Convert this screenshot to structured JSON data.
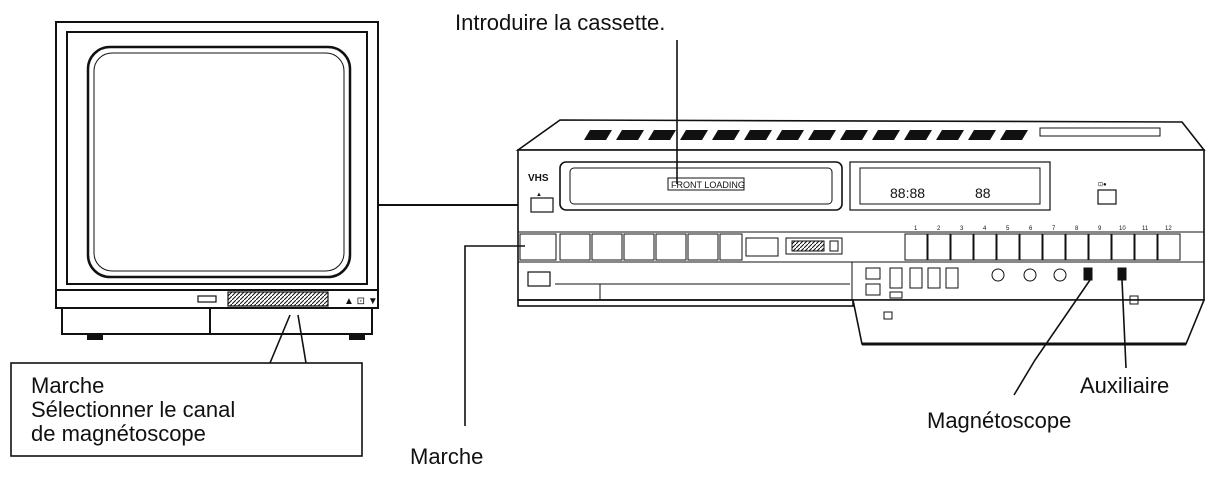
{
  "labels": {
    "insert_cassette": "Introduire la cassette.",
    "tv_box_line1": "Marche",
    "tv_box_line2": "Sélectionner le canal",
    "tv_box_line3": "de magnétoscope",
    "vcr_power": "Marche",
    "aux": "Auxiliaire",
    "vcr_mode": "Magnétoscope"
  },
  "vcr": {
    "logo": "VHS",
    "cassette_slot_text": "FRONT LOADING",
    "channel_numbers": [
      "1",
      "2",
      "3",
      "4",
      "5",
      "6",
      "7",
      "8",
      "9",
      "10",
      "11",
      "12"
    ]
  },
  "colors": {
    "ink": "#111111",
    "background": "#ffffff"
  }
}
